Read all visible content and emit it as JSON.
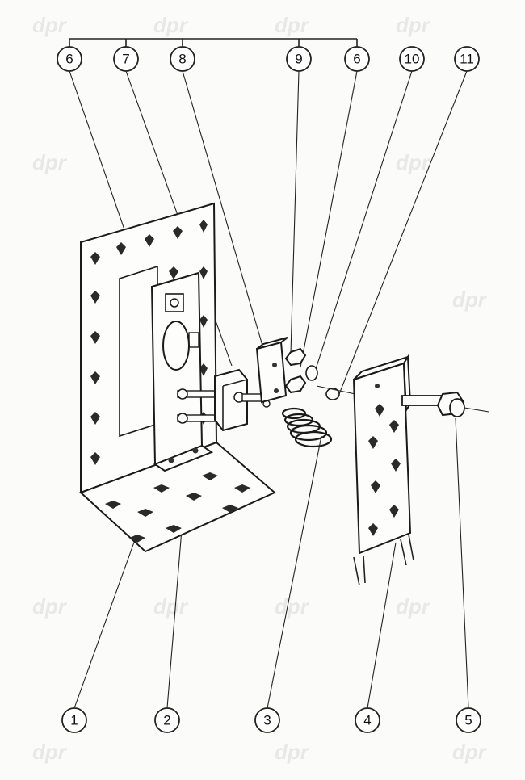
{
  "watermark": {
    "text": "dpr",
    "color": "#e8e8e6"
  },
  "callouts": {
    "top": [
      "6",
      "7",
      "8",
      "9",
      "6",
      "10",
      "11"
    ],
    "bottom": [
      "1",
      "2",
      "3",
      "4",
      "5"
    ]
  }
}
